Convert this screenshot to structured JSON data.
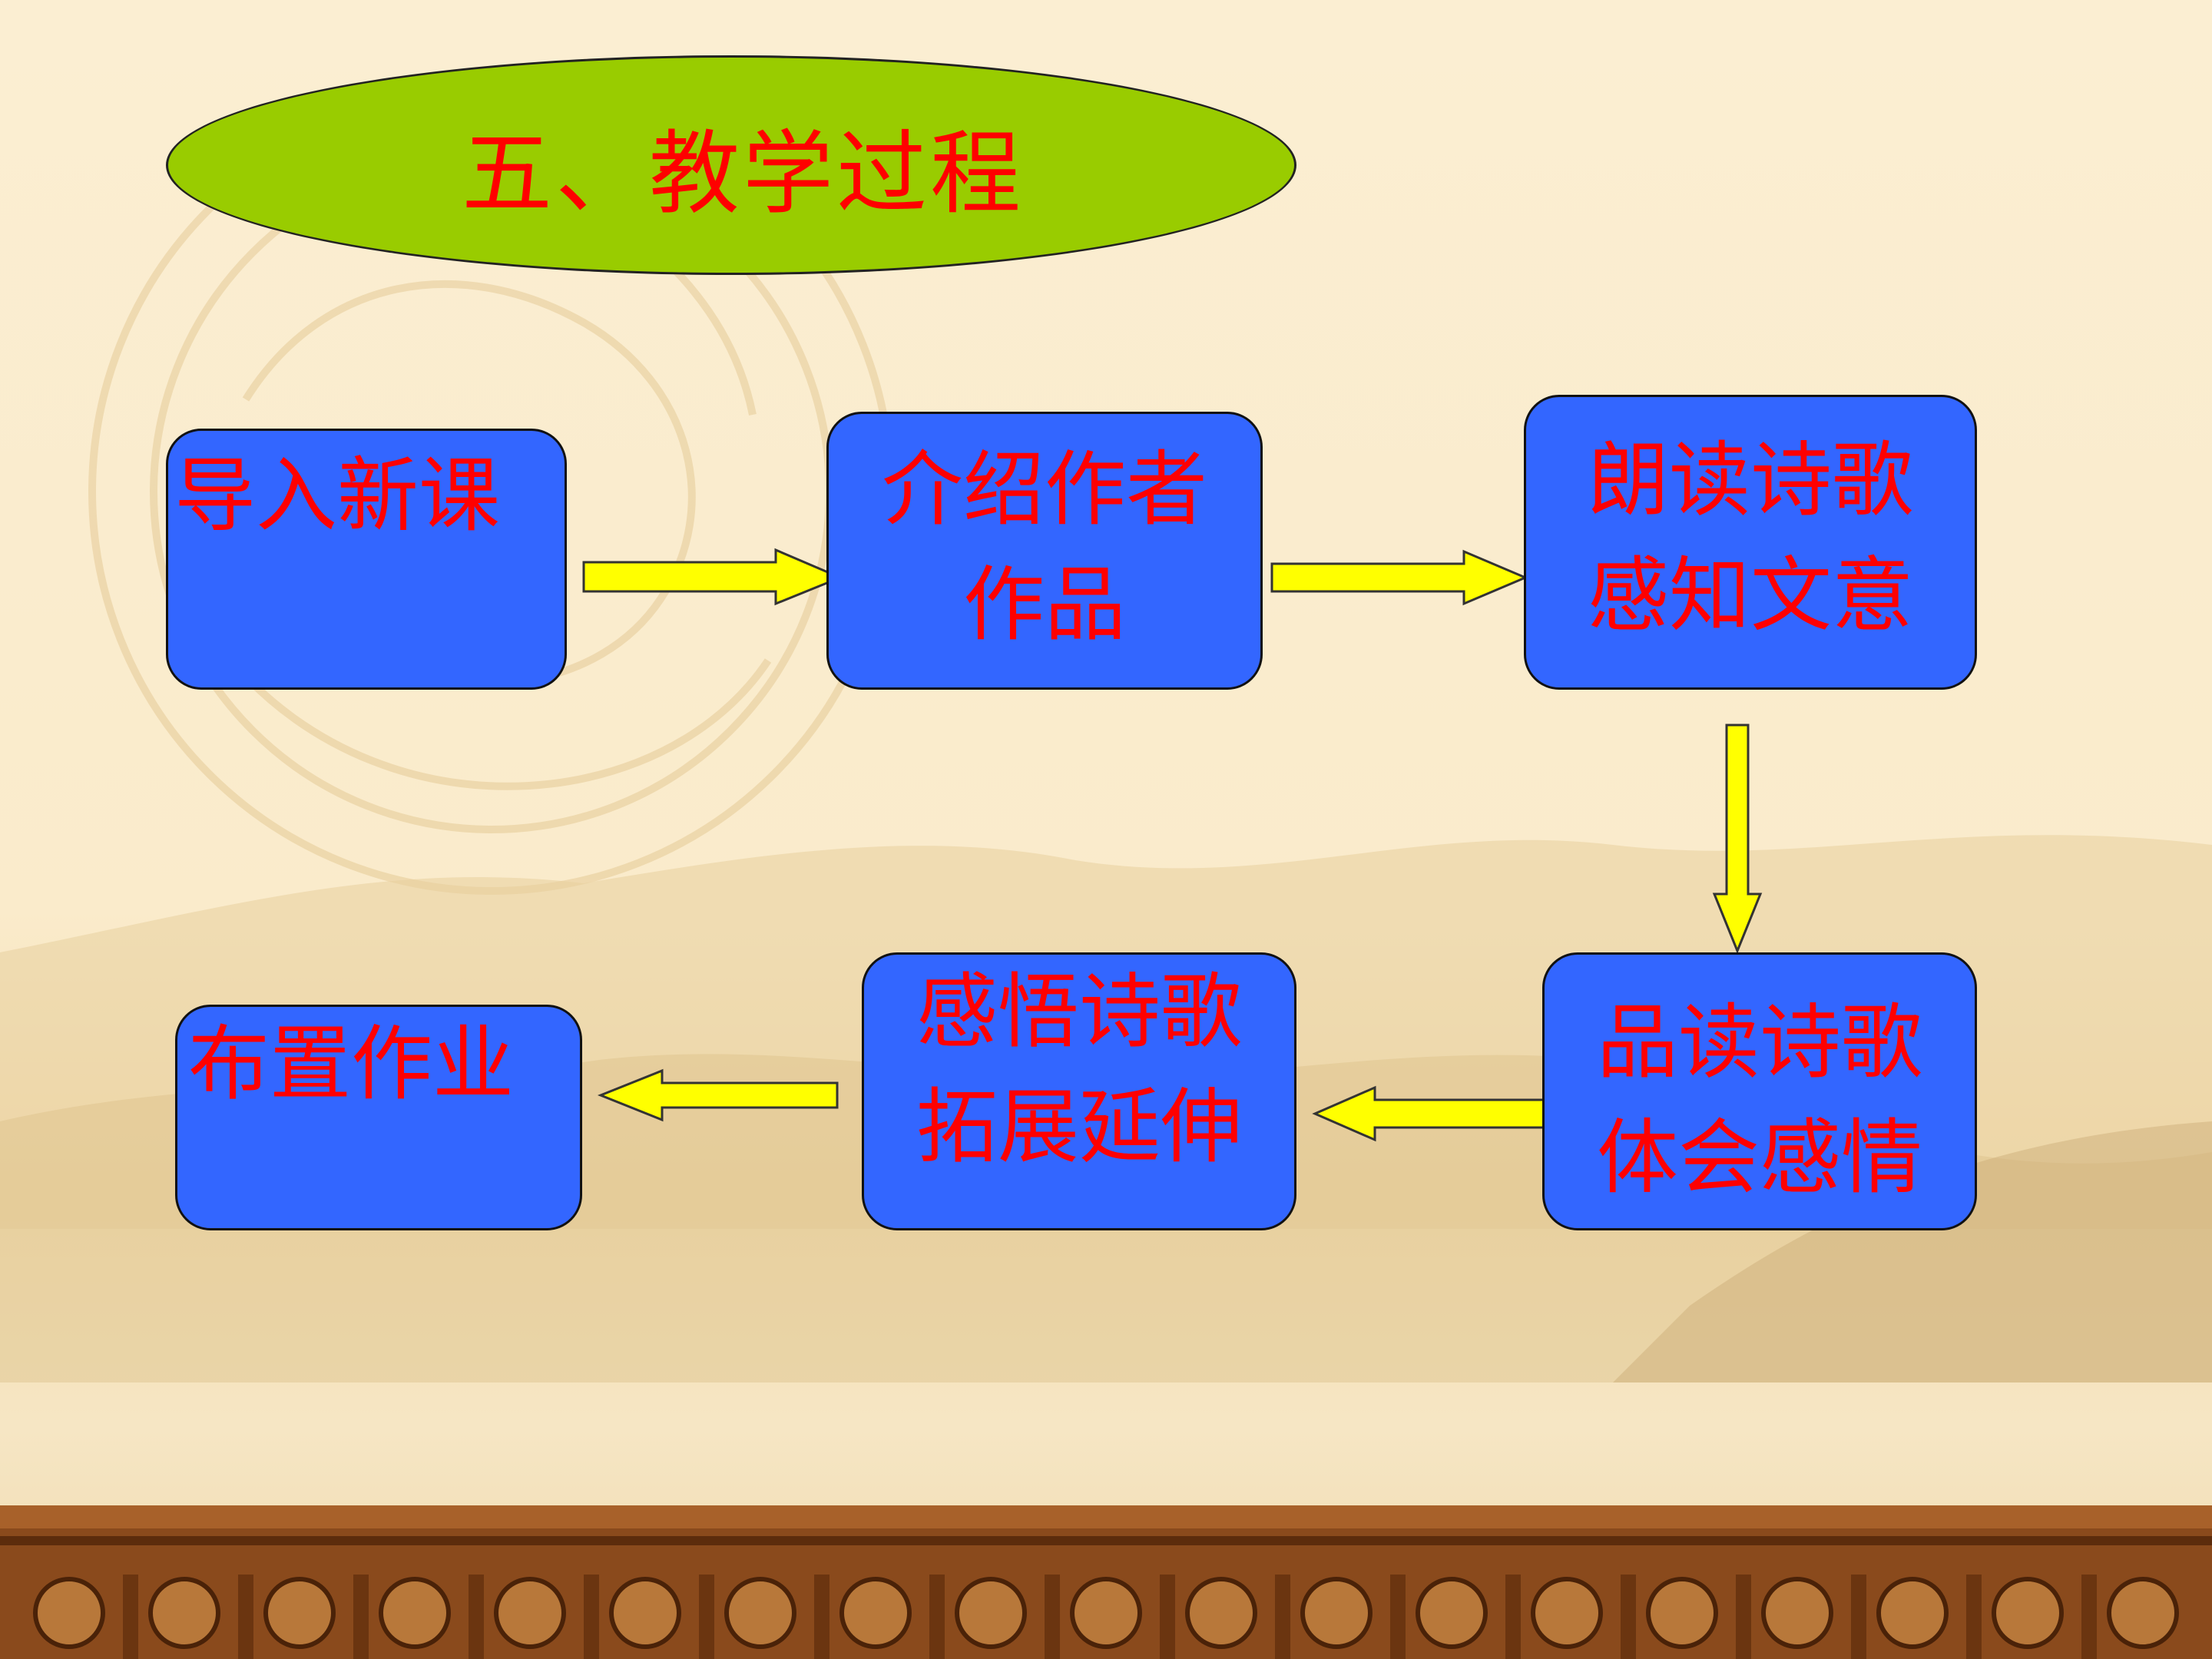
{
  "title": "五、教学过程",
  "colors": {
    "title_fill": "#99cc00",
    "box_fill": "#3366ff",
    "text": "#ff0000",
    "arrow_fill": "#ffff00"
  },
  "steps": [
    {
      "lines": [
        "导入新课"
      ]
    },
    {
      "lines": [
        "介绍作者",
        "作品"
      ]
    },
    {
      "lines": [
        "朗读诗歌",
        "感知文意"
      ]
    },
    {
      "lines": [
        "品读诗歌",
        "体会感情"
      ]
    },
    {
      "lines": [
        "感悟诗歌",
        "拓展延伸"
      ]
    },
    {
      "lines": [
        "布置作业"
      ]
    }
  ],
  "flow": [
    {
      "from": 0,
      "to": 1,
      "direction": "right"
    },
    {
      "from": 1,
      "to": 2,
      "direction": "right"
    },
    {
      "from": 2,
      "to": 3,
      "direction": "down"
    },
    {
      "from": 3,
      "to": 4,
      "direction": "left"
    },
    {
      "from": 4,
      "to": 5,
      "direction": "left"
    }
  ]
}
